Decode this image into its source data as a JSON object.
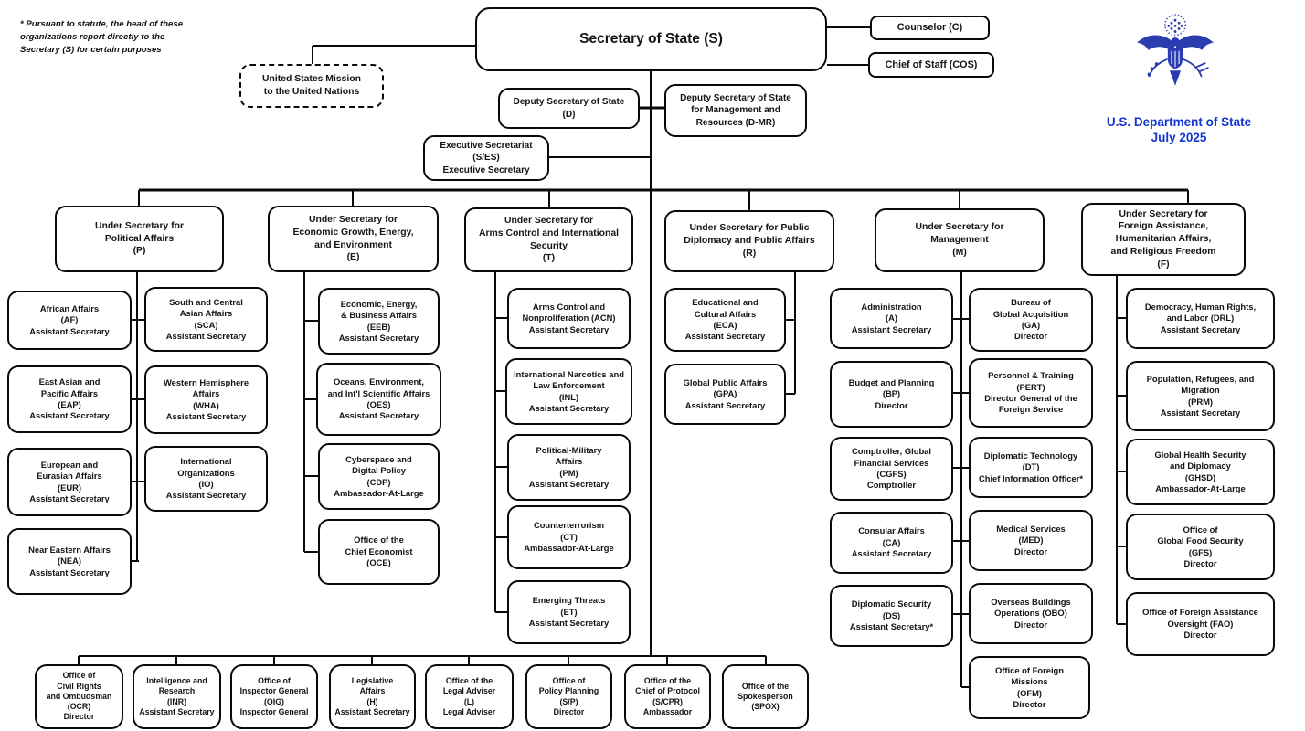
{
  "note": "* Pursuant to statute, the head of these\norganizations report directly to the\nSecretary (S) for certain purposes",
  "branding": {
    "agency": "U.S. Department of State",
    "date": "July 2025",
    "seal_color": "#2b3cb0",
    "text_color": "#1535d6"
  },
  "nodes": {
    "secretary": "Secretary of State (S)",
    "counselor": "Counselor (C)",
    "chief_of_staff": "Chief of Staff (COS)",
    "un_mission": "United States Mission\nto the United Nations",
    "deputy": "Deputy Secretary of State\n(D)",
    "deputy_mr": "Deputy Secretary of State\nfor Management and\nResources (D-MR)",
    "exec_sec": "Executive Secretariat\n(S/ES)\nExecutive Secretary",
    "p": "Under Secretary for\nPolitical Affairs\n(P)",
    "e": "Under Secretary for\nEconomic Growth, Energy,\nand Environment\n(E)",
    "t": "Under Secretary for\nArms Control and International\nSecurity\n(T)",
    "r": "Under Secretary for Public\nDiplomacy and Public Affairs\n(R)",
    "m": "Under Secretary for\nManagement\n(M)",
    "f": "Under Secretary for\nForeign Assistance,\nHumanitarian Affairs,\nand Religious Freedom\n(F)",
    "af": "African Affairs\n(AF)\nAssistant Secretary",
    "sca": "South and Central\nAsian Affairs\n(SCA)\nAssistant Secretary",
    "eap": "East Asian and\nPacific Affairs\n(EAP)\nAssistant Secretary",
    "wha": "Western Hemisphere\nAffairs\n(WHA)\nAssistant Secretary",
    "eur": "European and\nEurasian Affairs\n(EUR)\nAssistant Secretary",
    "io": "International\nOrganizations\n(IO)\nAssistant Secretary",
    "nea": "Near Eastern Affairs\n(NEA)\nAssistant Secretary",
    "eeb": "Economic, Energy,\n& Business Affairs\n(EEB)\nAssistant Secretary",
    "oes": "Oceans, Environment,\nand Int'l Scientific Affairs\n(OES)\nAssistant Secretary",
    "cdp": "Cyberspace and\nDigital Policy\n(CDP)\nAmbassador-At-Large",
    "oce": "Office of the\nChief Economist\n(OCE)",
    "acn": "Arms Control and\nNonproliferation (ACN)\nAssistant Secretary",
    "inl": "International Narcotics and\nLaw Enforcement\n(INL)\nAssistant Secretary",
    "pm": "Political-Military\nAffairs\n(PM)\nAssistant Secretary",
    "ct": "Counterterrorism\n(CT)\nAmbassador-At-Large",
    "et": "Emerging Threats\n(ET)\nAssistant Secretary",
    "eca": "Educational and\nCultural Affairs\n(ECA)\nAssistant Secretary",
    "gpa": "Global Public Affairs\n(GPA)\nAssistant Secretary",
    "a": "Administration\n(A)\nAssistant Secretary",
    "bp": "Budget and Planning\n(BP)\nDirector",
    "cgfs": "Comptroller, Global\nFinancial Services\n(CGFS)\nComptroller",
    "ca": "Consular Affairs\n(CA)\nAssistant Secretary",
    "ds": "Diplomatic Security\n(DS)\nAssistant Secretary*",
    "ga": "Bureau of\nGlobal Acquisition\n(GA)\nDirector",
    "pert": "Personnel & Training\n(PERT)\nDirector General of the\nForeign Service",
    "dt": "Diplomatic Technology\n(DT)\nChief Information Officer*",
    "med": "Medical Services\n(MED)\nDirector",
    "obo": "Overseas Buildings\nOperations (OBO)\nDirector",
    "ofm": "Office of Foreign\nMissions\n(OFM)\nDirector",
    "drl": "Democracy, Human Rights,\nand Labor (DRL)\nAssistant Secretary",
    "prm": "Population, Refugees, and\nMigration\n(PRM)\nAssistant Secretary",
    "ghsd": "Global Health Security\nand Diplomacy\n(GHSD)\nAmbassador-At-Large",
    "gfs": "Office of\nGlobal Food Security\n(GFS)\nDirector",
    "fao": "Office of Foreign Assistance\nOversight (FAO)\nDirector",
    "ocr": "Office of\nCivil Rights\nand Ombudsman\n(OCR)\nDirector",
    "inr": "Intelligence and\nResearch\n(INR)\nAssistant Secretary",
    "oig": "Office of\nInspector General\n(OIG)\nInspector General",
    "h": "Legislative\nAffairs\n(H)\nAssistant Secretary",
    "l": "Office of the\nLegal Adviser\n(L)\nLegal Adviser",
    "sp": "Office of\nPolicy Planning\n(S/P)\nDirector",
    "scpr": "Office of the\nChief of Protocol\n(S/CPR)\nAmbassador",
    "spox": "Office of the\nSpokesperson\n(SPOX)"
  }
}
